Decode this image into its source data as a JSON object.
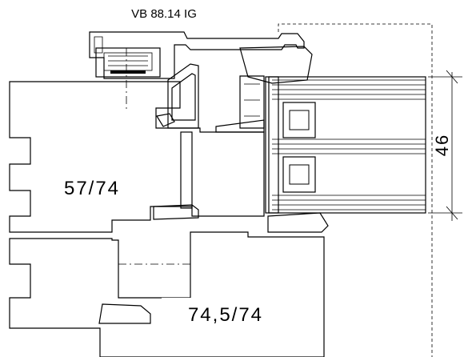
{
  "profile_label": "VB 88.14 IG",
  "dim_sash": "57/74",
  "dim_frame": "74,5/74",
  "dim_glass": "46"
}
